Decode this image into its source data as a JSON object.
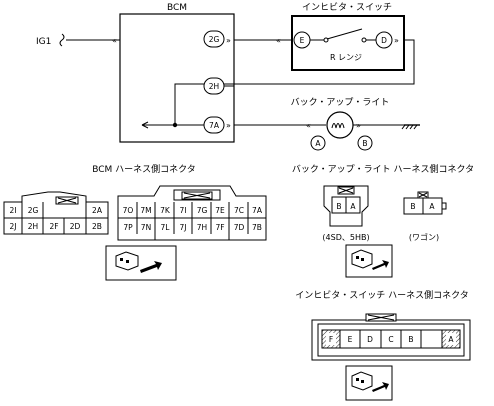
{
  "labels": {
    "bcm": "BCM",
    "ig1": "IG1",
    "inhibitor_switch": "インヒビタ・スイッチ",
    "r_range": "R レンジ",
    "backup_light": "バック・アップ・ライト",
    "bcm_connector_title": "BCM ハーネス側コネクタ",
    "backup_connector_title": "バック・アップ・ライト ハーネス側コネクタ",
    "inhibitor_connector_title": "インヒビタ・スイッチ ハーネス側コネクタ",
    "variant_4sd": "(4SD、5HB)",
    "variant_wagon": "(ワゴン)"
  },
  "bcm_terminals": {
    "t1": "2G",
    "t2": "2H",
    "t3": "7A"
  },
  "switch_terminals": {
    "e": "E",
    "d": "D"
  },
  "light_terminals": {
    "a": "A",
    "b": "B"
  },
  "connector_bcm_small": {
    "row1": [
      "2I",
      "2G",
      "",
      "",
      "2A"
    ],
    "row2": [
      "2J",
      "2H",
      "2F",
      "2D",
      "2B"
    ]
  },
  "connector_bcm_large": {
    "row1": [
      "7O",
      "7M",
      "7K",
      "7I",
      "7G",
      "7E",
      "7C",
      "7A"
    ],
    "row2": [
      "7P",
      "7N",
      "7L",
      "7J",
      "7H",
      "7F",
      "7D",
      "7B"
    ]
  },
  "connector_light_4sd": [
    "B",
    "A"
  ],
  "connector_light_wagon": [
    "B",
    "A"
  ],
  "connector_inhibitor": [
    "F",
    "E",
    "D",
    "C",
    "B",
    "A"
  ]
}
